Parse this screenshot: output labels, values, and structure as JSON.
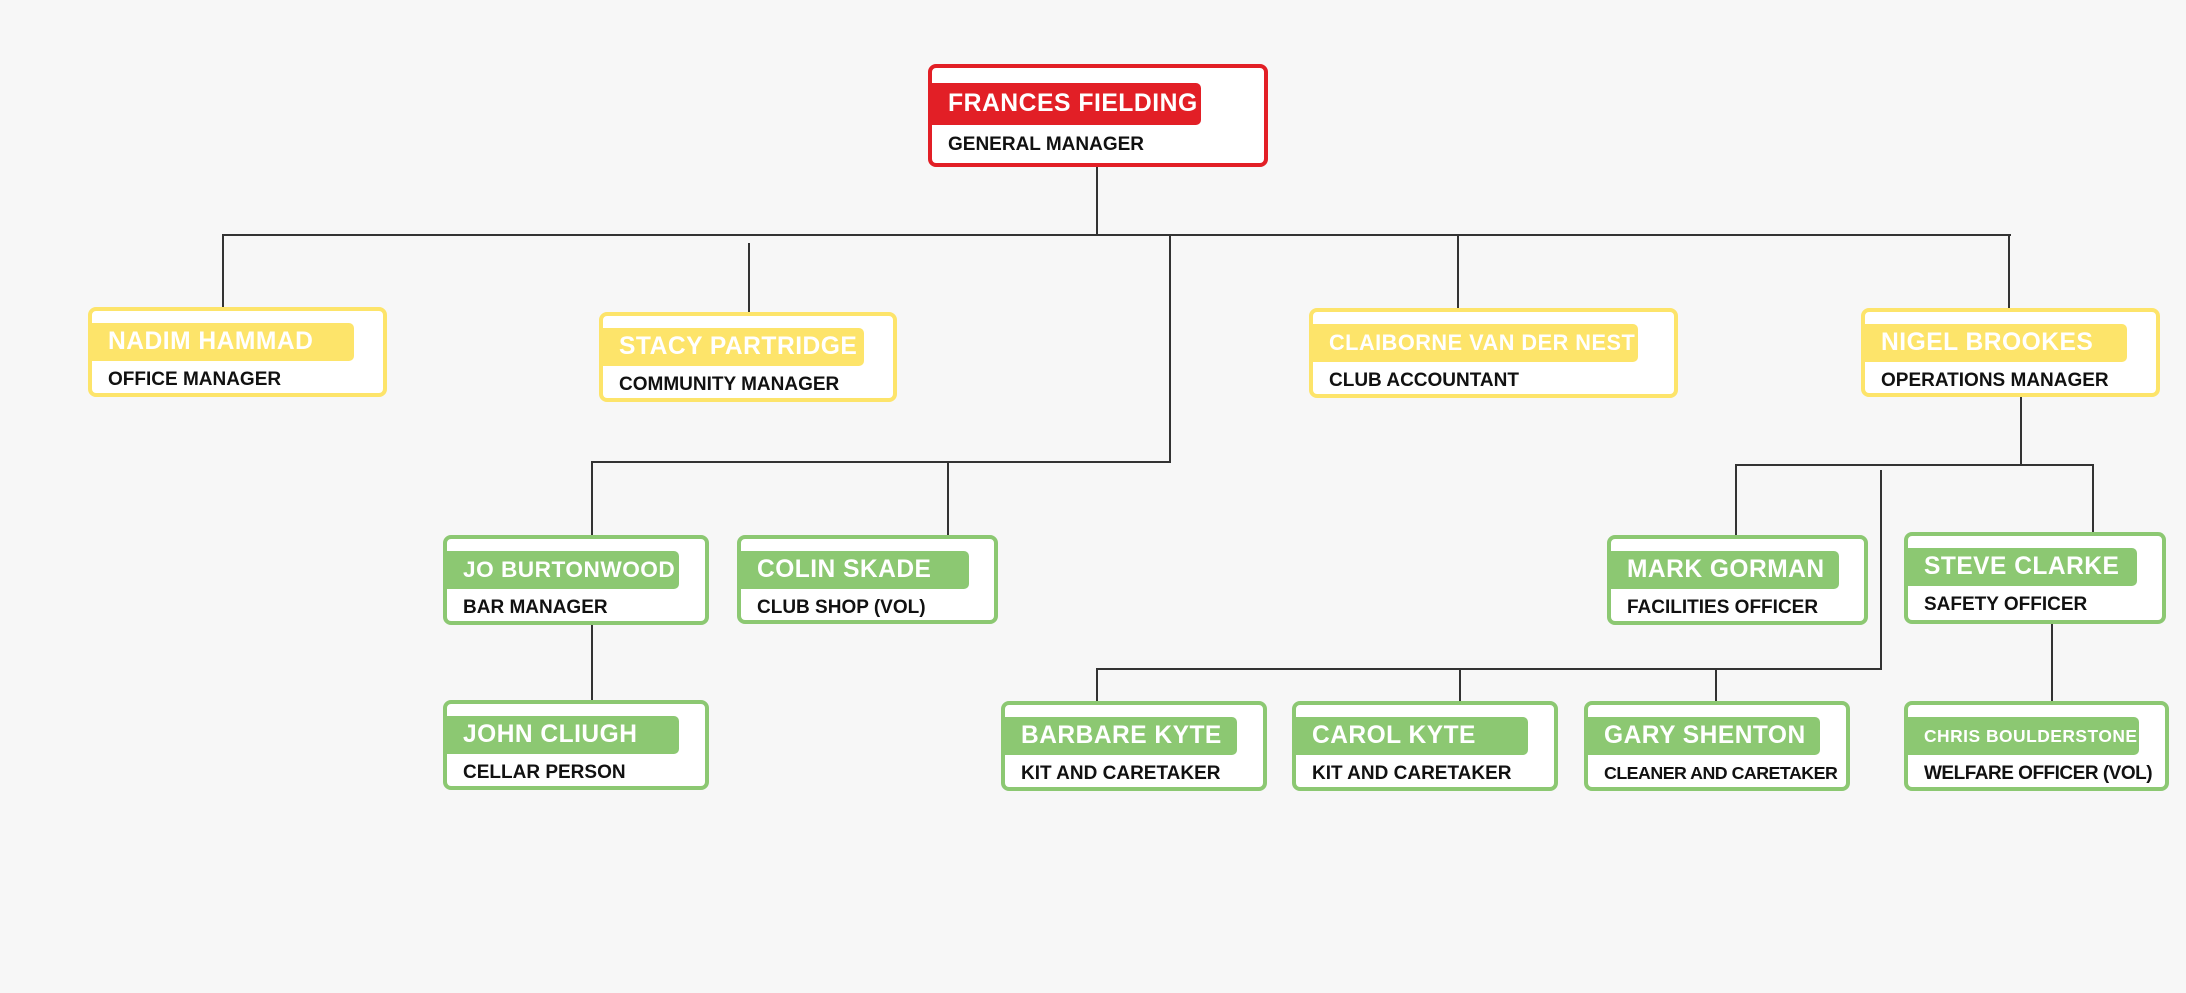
{
  "chart_title": "",
  "nodes": {
    "frances": {
      "name": "FRANCES FIELDING",
      "role": "GENERAL MANAGER"
    },
    "nadim": {
      "name": "NADIM HAMMAD",
      "role": "OFFICE MANAGER"
    },
    "stacy": {
      "name": "STACY PARTRIDGE",
      "role": "COMMUNITY MANAGER"
    },
    "claiborne": {
      "name": "CLAIBORNE VAN DER NEST",
      "role": "CLUB ACCOUNTANT"
    },
    "nigel": {
      "name": "NIGEL BROOKES",
      "role": "OPERATIONS MANAGER"
    },
    "jo": {
      "name": "JO BURTONWOOD",
      "role": "BAR MANAGER"
    },
    "colin": {
      "name": "COLIN SKADE",
      "role": "CLUB SHOP (VOL)"
    },
    "john": {
      "name": "JOHN CLIUGH",
      "role": "CELLAR PERSON"
    },
    "mark": {
      "name": "MARK GORMAN",
      "role": "FACILITIES OFFICER"
    },
    "steve": {
      "name": "STEVE CLARKE",
      "role": "SAFETY OFFICER"
    },
    "barbare": {
      "name": "BARBARE KYTE",
      "role": "KIT AND CARETAKER"
    },
    "carol": {
      "name": "CAROL KYTE",
      "role": "KIT AND CARETAKER"
    },
    "gary": {
      "name": "GARY SHENTON",
      "role": "CLEANER AND CARETAKER"
    },
    "chris": {
      "name": "CHRIS BOULDERSTONE",
      "role": "WELFARE OFFICER (VOL)"
    }
  },
  "colors": {
    "executive": "#e21f26",
    "manager": "#fde46a",
    "staff": "#8cc872"
  }
}
